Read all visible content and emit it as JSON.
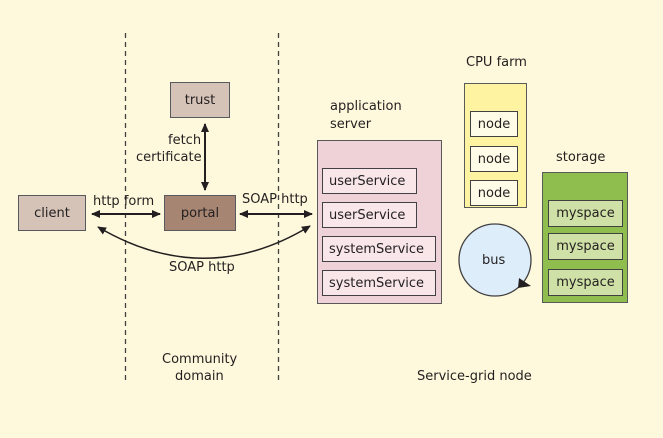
{
  "colors": {
    "background": "#fef9dc",
    "client_fill": "#d5c3b8",
    "trust_fill": "#d5c3b8",
    "portal_fill": "#a68572",
    "app_server_fill": "#efd2d8",
    "service_fill": "#f8e6e9",
    "cpu_farm_fill": "#fdf3a0",
    "node_fill": "#fefbe6",
    "storage_fill": "#8fbe4f",
    "myspace_fill": "#cfe1a6",
    "bus_fill": "#ddeefa"
  },
  "nodes": {
    "client": "client",
    "trust": "trust",
    "portal": "portal",
    "app_server_title": [
      "application",
      "server"
    ],
    "services": [
      "userService",
      "userService",
      "systemService",
      "systemService"
    ],
    "cpu_farm_title": "CPU farm",
    "cpu_nodes": [
      "node",
      "node",
      "node"
    ],
    "storage_title": "storage",
    "myspaces": [
      "myspace",
      "myspace",
      "myspace"
    ],
    "bus": "bus"
  },
  "edges": {
    "client_portal": "http form",
    "portal_trust": [
      "fetch",
      "certificate"
    ],
    "portal_appserver": "SOAP http",
    "client_appserver": "SOAP http"
  },
  "regions": {
    "community": [
      "Community",
      "domain"
    ],
    "service_grid": "Service-grid node"
  }
}
